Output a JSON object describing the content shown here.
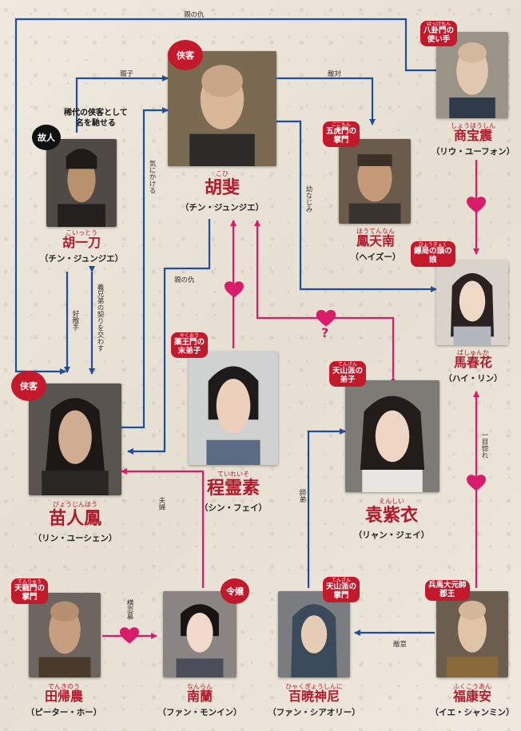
{
  "characters": {
    "hufei": {
      "furigana": "こひ",
      "name": "胡斐",
      "actor": "（チン・ジュンジエ）",
      "badge": "侠客"
    },
    "shang": {
      "furigana": "しょうほうしん",
      "name": "商宝震",
      "actor": "（リウ・ユーフォン）",
      "tag_ruby": "はっけもん",
      "tag": [
        "八卦門の",
        "使い手"
      ]
    },
    "feng": {
      "furigana": "ほうてんなん",
      "name": "鳳天南",
      "actor": "（ヘイズー）",
      "tag_ruby": "ごこもん",
      "tag": [
        "五虎門の",
        "掌門"
      ]
    },
    "huyidao": {
      "furigana": "こいっとう",
      "name": "胡一刀",
      "actor": "（チン・ジュンジエ）",
      "badge": "故人",
      "note": [
        "稀代の侠客として",
        "名を馳せる"
      ]
    },
    "ma": {
      "furigana": "ばしゅんか",
      "name": "馬春花",
      "actor": "（ハイ・リン）",
      "tag_ruby": "ひょうきょく",
      "tag": [
        "鏢局の頭の",
        "娘"
      ]
    },
    "miao": {
      "furigana": "びょうじんほう",
      "name": "苗人鳳",
      "actor": "（リン・ユーシェン）",
      "badge": "侠客"
    },
    "cheng": {
      "furigana": "ていれいそ",
      "name": "程霊素",
      "actor": "（シン・フェイ）",
      "tag_ruby": "やくおう",
      "tag": [
        "薬王門の",
        "末弟子"
      ]
    },
    "yuan": {
      "furigana": "えんしい",
      "name": "袁紫衣",
      "actor": "（リャン・ジェイ）",
      "tag_ruby": "てんざん",
      "tag": [
        "天山派の",
        "弟子"
      ]
    },
    "tian": {
      "furigana": "でんきのう",
      "name": "田帰農",
      "actor": "（ピーター・ホー）",
      "tag_ruby": "てんりゅう",
      "tag": [
        "天龍門の",
        "掌門"
      ]
    },
    "nanlan": {
      "furigana": "なんらん",
      "name": "南蘭",
      "actor": "（ファン・モンイン）",
      "badge": "令嬢"
    },
    "nun": {
      "furigana": "ひゃくぎょうしんに",
      "name": "百暁神尼",
      "actor": "（ファン・シアオリー）",
      "tag_ruby": "てんざん",
      "tag": [
        "天山派の",
        "掌門"
      ]
    },
    "fu": {
      "furigana": "ふくこうあん",
      "name": "福康安",
      "actor": "（イエ・シャンミン）",
      "tag": [
        "兵馬大元帥",
        "郡王"
      ]
    }
  },
  "relations": {
    "oya_no_ada_top": "親の仇",
    "oyako": "親子",
    "tekitai": "敵対",
    "ki_ni_kakeru": "気にかける",
    "osananajimi": "幼なじみ",
    "oya_no_ada_mid": "親の仇",
    "gikyoudai": "義兄弟の契りを交わす",
    "koutekishu": "好敵手",
    "fuufu": "夫婦",
    "shitei": "師弟",
    "hitomebore": "一目惚れ",
    "kouren": "横恋慕",
    "tekii": "敵意",
    "question": "?"
  },
  "colors": {
    "blue": "#1f4e9c",
    "pink": "#d81b6a",
    "red": "#c4182b"
  }
}
